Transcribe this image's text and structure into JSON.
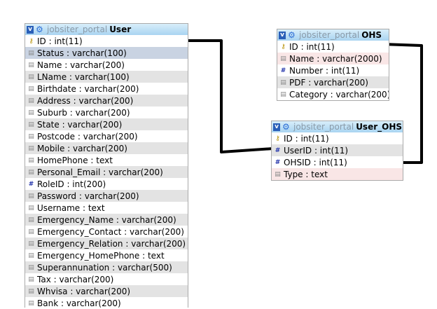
{
  "tables": {
    "user": {
      "db": "jobsiter_portal",
      "name": "User",
      "columns": [
        {
          "text": "ID : int(11)",
          "icon": "key-icon"
        },
        {
          "text": "Status : varchar(100)",
          "icon": "field-icon"
        },
        {
          "text": "Name : varchar(200)",
          "icon": "field-icon"
        },
        {
          "text": "LName : varchar(100)",
          "icon": "field-icon"
        },
        {
          "text": "Birthdate : varchar(200)",
          "icon": "field-icon"
        },
        {
          "text": "Address : varchar(200)",
          "icon": "field-icon"
        },
        {
          "text": "Suburb : varchar(200)",
          "icon": "field-icon"
        },
        {
          "text": "State : varchar(200)",
          "icon": "field-icon"
        },
        {
          "text": "Postcode : varchar(200)",
          "icon": "field-icon"
        },
        {
          "text": "Mobile : varchar(200)",
          "icon": "field-icon"
        },
        {
          "text": "HomePhone : text",
          "icon": "field-icon"
        },
        {
          "text": "Personal_Email : varchar(200)",
          "icon": "field-icon"
        },
        {
          "text": "RoleID : int(200)",
          "icon": "number-icon"
        },
        {
          "text": "Password : varchar(200)",
          "icon": "field-icon"
        },
        {
          "text": "Username : text",
          "icon": "field-icon"
        },
        {
          "text": "Emergency_Name : varchar(200)",
          "icon": "field-icon"
        },
        {
          "text": "Emergency_Contact : varchar(200)",
          "icon": "field-icon"
        },
        {
          "text": "Emergency_Relation : varchar(200)",
          "icon": "field-icon"
        },
        {
          "text": "Emergency_HomePhone : text",
          "icon": "field-icon"
        },
        {
          "text": "Superannunation : varchar(500)",
          "icon": "field-icon"
        },
        {
          "text": "Tax : varchar(200)",
          "icon": "field-icon"
        },
        {
          "text": "Whvisa : varchar(200)",
          "icon": "field-icon"
        },
        {
          "text": "Bank : varchar(200)",
          "icon": "field-icon"
        }
      ]
    },
    "ohs": {
      "db": "jobsiter_portal",
      "name": "OHS",
      "columns": [
        {
          "text": "ID : int(11)",
          "icon": "key-icon"
        },
        {
          "text": "Name : varchar(2000)",
          "icon": "field-icon"
        },
        {
          "text": "Number : int(11)",
          "icon": "number-icon"
        },
        {
          "text": "PDF : varchar(200)",
          "icon": "field-icon"
        },
        {
          "text": "Category : varchar(200)",
          "icon": "field-icon"
        }
      ]
    },
    "user_ohs": {
      "db": "jobsiter_portal",
      "name": "User_OHS",
      "columns": [
        {
          "text": "ID : int(11)",
          "icon": "key-icon"
        },
        {
          "text": "UserID : int(11)",
          "icon": "number-icon"
        },
        {
          "text": "OHSID : int(11)",
          "icon": "number-icon"
        },
        {
          "text": "Type : text",
          "icon": "field-icon"
        }
      ]
    }
  },
  "relations": [
    {
      "from": "User.ID",
      "to": "User_OHS.UserID"
    },
    {
      "from": "OHS.ID",
      "to": "User_OHS.OHSID"
    }
  ]
}
